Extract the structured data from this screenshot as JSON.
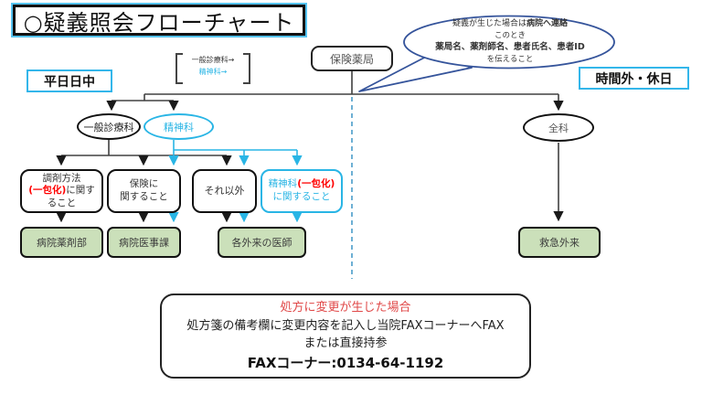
{
  "title": "○疑義照会フローチャート",
  "labels": {
    "weekday": "平日日中",
    "afterhours": "時間外・休日"
  },
  "legend": {
    "line1": "一般診療科→",
    "line2": "精神科→"
  },
  "callout": {
    "l1a": "疑義が生じた場合は",
    "l1b": "病院へ連絡",
    "l2": "このとき",
    "l3": "薬局名、薬剤師名、患者氏名、患者ID",
    "l4": "を伝えること"
  },
  "nodes": {
    "pharmacy": "保険薬局",
    "general": "一般診療科",
    "psychiatry": "精神科",
    "all_depts": "全科",
    "box1": {
      "l1": "調剤方法",
      "red": "(一包化)",
      "l2": "に関す",
      "l3": "ること"
    },
    "box2": {
      "l1": "保険に",
      "l2": "関すること"
    },
    "box3": "それ以外",
    "box4": {
      "t": "精神科",
      "red": "(一包化)",
      "b": "に関すること"
    },
    "dept_pharmacy": "病院薬剤部",
    "dept_medical_affairs": "病院医事課",
    "dept_outpatient_doctors": "各外来の医師",
    "dept_emergency": "救急外来"
  },
  "fax_note": {
    "l1": "処方に変更が生じた場合",
    "l2": "処方箋の備考欄に変更内容を記入し当院FAXコーナーへFAX",
    "l3": "または直接持参",
    "l4": "FAXコーナー:0134-64-1192"
  },
  "colors": {
    "cyan": "#29b5e5",
    "red": "#ff0000",
    "note_red": "#e04848",
    "green_fill": "#cbe0ba",
    "callout_blue": "#35549b",
    "divider_blue": "#4a9cc9",
    "line": "#404040"
  }
}
